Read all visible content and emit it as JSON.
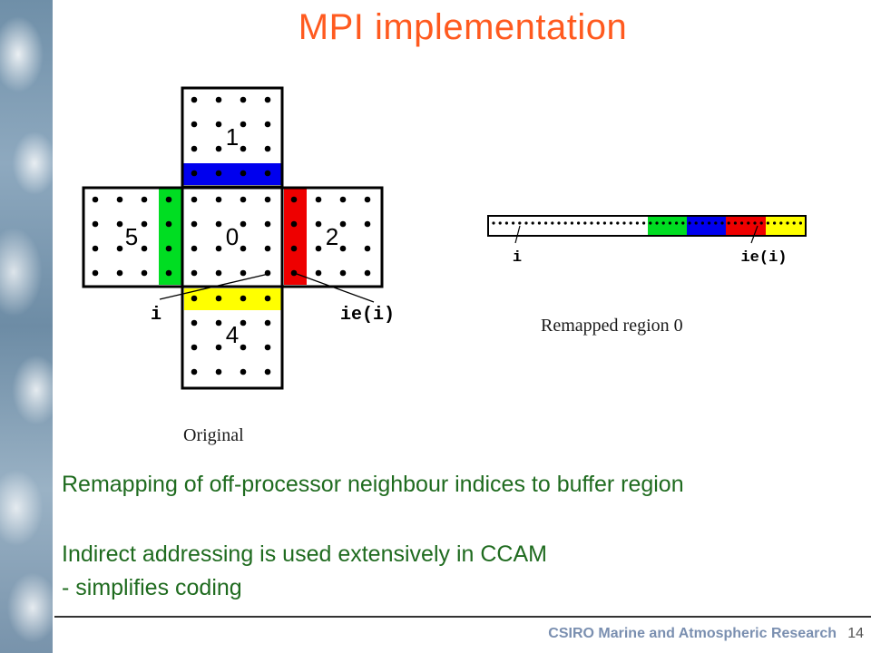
{
  "title": "MPI implementation",
  "diagram_original": {
    "face_labels": [
      "1",
      "5",
      "0",
      "2",
      "4"
    ],
    "pointer_labels": {
      "i": "i",
      "ie": "ie(i)"
    },
    "caption": "Original"
  },
  "diagram_remapped": {
    "pointer_labels": {
      "i": "i",
      "ie": "ie(i)"
    },
    "caption": "Remapped region 0"
  },
  "colors": {
    "green": "#00dd22",
    "blue": "#0000ee",
    "red": "#ee0000",
    "yellow": "#ffff00",
    "title": "#ff5a1f",
    "body_text": "#1f6b1f"
  },
  "body": {
    "line1": "Remapping of off-processor neighbour indices to buffer region",
    "line2": "Indirect addressing is used extensively in CCAM",
    "line3": "- simplifies coding"
  },
  "footer": {
    "org": "CSIRO Marine and Atmospheric Research",
    "page": "14"
  }
}
